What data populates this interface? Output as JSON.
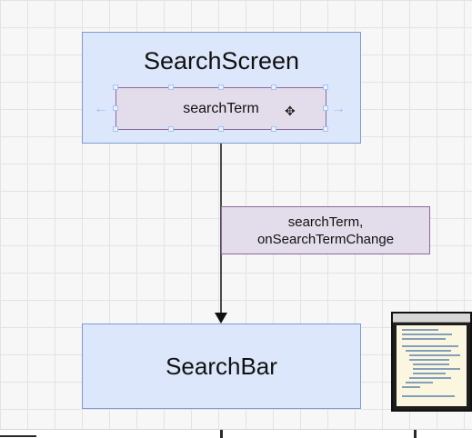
{
  "diagram": {
    "nodes": {
      "search_screen": "SearchScreen",
      "search_term_state": "searchTerm",
      "search_bar": "SearchBar"
    },
    "edge_label": {
      "line1": "searchTerm,",
      "line2": "onSearchTermChange"
    },
    "edges": [
      {
        "from": "SearchScreen",
        "to": "SearchBar",
        "style": "solid-arrow"
      }
    ]
  },
  "colors": {
    "component_fill": "#dde7fb",
    "component_border": "#7f9bd3",
    "label_fill": "#e3dcea",
    "label_border": "#8d6a9a"
  },
  "icons": [
    "move-cursor-icon",
    "selection-handle-icon",
    "connection-arrow-icon"
  ]
}
